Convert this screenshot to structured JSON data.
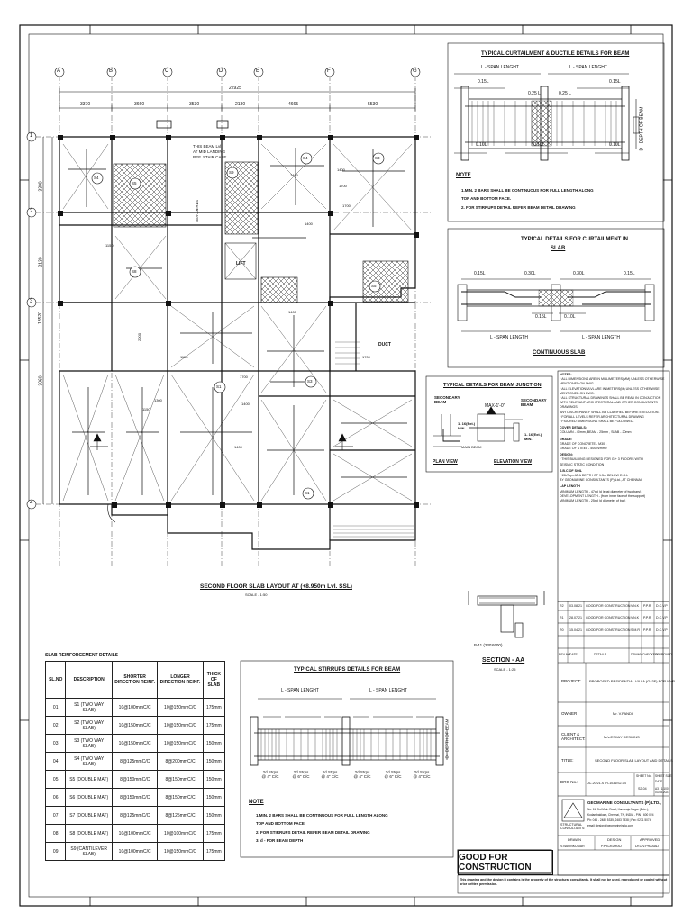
{
  "plan": {
    "grid_x": [
      "A",
      "B",
      "C",
      "D",
      "E",
      "F",
      "G"
    ],
    "grid_y": [
      "1",
      "2",
      "3",
      "4"
    ],
    "overall_dim": "22925",
    "bay_dims": [
      "3370",
      "3660",
      "3530",
      "2130",
      "4665",
      "5530"
    ],
    "left_dims": [
      "3300",
      "2130",
      "13520",
      "3060"
    ],
    "stair_note": [
      "THIS BEAM Lvl",
      "AT MID LANDING",
      "REF. STAIR CASE"
    ],
    "staircase_label": "STAIRCASE",
    "lift_label": "LIFT",
    "duct_label": "DUCT",
    "slab_tags": [
      "S4",
      "S5",
      "S4",
      "S3",
      "S8",
      "S9",
      "S1",
      "S1",
      "S3",
      "S5"
    ],
    "misc_dims": [
      "1400",
      "1400",
      "1700",
      "1700",
      "1700",
      "1400",
      "1150",
      "1150",
      "1300",
      "1150",
      "1400",
      "2000",
      "1400",
      "1400",
      "1700",
      "1000",
      "850",
      "800",
      "650",
      "800",
      "800",
      "1000",
      "2300"
    ],
    "title": "SECOND FLOOR SLAB LAYOUT AT (+8.950m Lvl. SSL)",
    "scale": "SCALE - 1:50"
  },
  "beam_detail": {
    "title": "TYPICAL CURTAILMENT & DUCTILE DETAILS FOR BEAM",
    "span_left": "L - SPAN LENGHT",
    "span_right": "L - SPAN LENGHT",
    "marks": [
      "0.15L",
      "0.25 L",
      "0.25 L",
      "0.15L",
      "0.10L",
      "0.10L",
      "0.10L"
    ],
    "depth": "D - DEPTH OF BEAM",
    "note_title": "NOTE",
    "notes": [
      "1.MIN. 2 BARS SHALL BE CONTINUOUS FOR FULL LENGTH ALONG",
      "TOP AND BOTTOM FACE.",
      "2. FOR STIRRUPS DETAIL REFER BEAM DETAIL DRAWING"
    ]
  },
  "slab_detail": {
    "title_1": "TYPICAL DETAILS FOR CURTAILMENT IN",
    "title_2": "SLAB",
    "marks": [
      "0.15L",
      "0.30L",
      "0.30L",
      "0.15L",
      "0.15L",
      "0.10L"
    ],
    "span_left": "L - SPAN LENGTH",
    "span_right": "L - SPAN LENGTH",
    "caption": "CONTINUOUS SLAB"
  },
  "junction": {
    "title": "TYPICAL DETAILS FOR BEAM JUNCTION",
    "secondary_beam": "SECONDARY BEAM",
    "max": "MAX-1'-0\"",
    "bars": "1- 16(Ext.) MIN.",
    "main_beam": "MAIN BEAM",
    "plan_view": "PLAN VIEW",
    "elevation_view": "ELEVATION VIEW"
  },
  "notes": {
    "lines": [
      "NOTES:",
      "* ALL DIMENSIONS ARE IN MILLIMETERS(MM) UNLESS OTHERWISE",
      "  MENTIONED ON DWG.",
      "* ALL ELEVATIONS/LVL ARE IN METERS(M) UNLESS OTHERWISE",
      "  MENTIONED ON DWG.",
      "* ALL STRUCTURAL DRAWINGS SHALL BE READ IN CONJUCTION",
      "  WITH RELEVANT ARCHITECTURAL AND OTHER CONSULTANTS DRAWINGS.",
      "  ANY DISCREPANCY SHALL BE CLARIFIED BEFORE EXECUTION.",
      "* FOR ALL LEVELS REFER ARCHITECTURAL DRAWING",
      "* FIGURED DIMENSIONS SHALL BE FOLLOWED.",
      "COVER DETAILS:",
      "COLUMN - 40mm, BEAM - 25mm , SLAB - 20mm",
      "GRADE:",
      "GRADE OF CONCRETE  - M30 -",
      "GRADE OF STEEL      - 500 N/mm2",
      "DESIGN:",
      "* THIS BUILDING DESIGNED FOR G + 3 FLOORS WITH",
      "  SEISMIC STATIC CONDITION",
      "S.B.C OF SOIL",
      "* 15t/Sqm AT A DEPTH OF 1.5m BELOW E.G.L",
      "  BY GEOMARINE CONSULTANTS (P) Ltd., AT CHENNAI",
      "LAP LENGTH",
      "MINIMUM LENGTH   - 47xd  (d least diameter of two bars)",
      "DEVELOPMENT LENGTH - (from inner face of the support)",
      "MINIMUM LENGTH   - 25xd  (d diameter of bar)"
    ]
  },
  "section": {
    "beam_ref": "B-11 (230X600)",
    "title": "SECTION - AA",
    "scale": "SCALE - 1:25"
  },
  "revisions": [
    {
      "rev": "R2",
      "date": "03.08.21",
      "desc": "GOOD FOR CONSTRUCTION",
      "drawn": "V.N.K",
      "chkd": "P.P.R",
      "appd": "D.C.V.P"
    },
    {
      "rev": "R1",
      "date": "28.07.21",
      "desc": "GOOD FOR CONSTRUCTION",
      "drawn": "V.N.K",
      "chkd": "P.P.R",
      "appd": "D.C.V.P"
    },
    {
      "rev": "R0",
      "date": "15.04.21",
      "desc": "GOOD FOR CONSTRUCTION",
      "drawn": "S.M.R",
      "chkd": "P.P.R",
      "appd": "D.C.V.P"
    }
  ],
  "revision_header": {
    "rev": "REV NO",
    "date": "DATE",
    "desc": "DETAILS",
    "drawn": "DRAWN",
    "chkd": "CHECKED",
    "appd": "APPROVED"
  },
  "title_block": {
    "project_label": "PROJECT:",
    "project": "PROPOSED RESIDENTIAL VILLA (G+3F) FOR MVP",
    "owner_label": "OWNER",
    "owner": "Mr. V.PANDI",
    "client_label": "CLIENT & ARCHITECT:",
    "client": "M/s.ESKAY DESIGNS",
    "title_label": "TITLE:",
    "title": "SECOND FLOOR SLAB LAYOUT AND DETAILS",
    "drg_label": "DRG No.:",
    "drg_no": "JC-20/21-STR-1031/S2-04",
    "sheet_label": "SHEET No.",
    "sheet_no": "S2-04",
    "size_label": "SHEET SIZE",
    "size": "A3 - 1:100",
    "date_label": "DATE",
    "date": "03.08.2021",
    "consultant_label": "STRUCTURAL CONSULTANTS:",
    "consultant": "GEOMARINE CONSULTANTS (P) LTD.,",
    "address": [
      "No. 11, 3rd Main Road, Kamaraja Nagar (Extn.),",
      "Kodambakkam, Chennai, TN, INDIA - PIN - 600 024",
      "Ph: 044 - 2480 5335, 2483 7838 | Fax: 0271 5074",
      "email: design@geomarineindia.com"
    ],
    "drawn_label": "DRAWN",
    "design_label": "DESIGN",
    "approved_label": "APPROVED",
    "drawn": "V.NAVINKUMAR",
    "design": "P.PACKIARAJ",
    "approved": "Dr.C.V.PRASAD",
    "gfc": "GOOD FOR CONSTRUCTION",
    "copyright": "This drawing and the design it contains is the property of the structural consultants. It shall not be used, reproduced or copied without prior written permission."
  },
  "stirrup_detail": {
    "title": "TYPICAL STIRRUPS DETAILS FOR BEAM",
    "span_left": "L - SPAN LENGHT",
    "span_right": "L - SPAN LENGHT",
    "labels": [
      "2d Strps @ 4\" C/C",
      "2d Strps @ 6\" C/C",
      "2d Strps @ 4\" C/C",
      "2d Strps @ 4\" C/C",
      "2d Strps @ 6\" C/C",
      "2d Strps @ 4\" C/C"
    ],
    "depth": "D - DEPTH OF BEAM",
    "note_title": "NOTE",
    "notes": [
      "1.MIN. 2 BARS SHALL BE CONTINUOUS FOR FULL LENGTH ALONG",
      "TOP AND BOTTOM FACE.",
      "2. FOR STIRRUPS DETAIL REFER BEAM DETAIL DRAWING",
      "3. d - FOR BEAM DEPTH"
    ]
  },
  "slab_schedule": {
    "title": "SLAB REINFORCEMENT DETAILS",
    "headers": [
      "SL.NO",
      "DESCRIPTION",
      "SHORTER DIRECTION REINF.",
      "LONGER DIRECTION REINF.",
      "THICK OF SLAB"
    ],
    "rows": [
      [
        "01",
        "S1 (TWO WAY SLAB)",
        "10@100mmC/C",
        "10@150mmC/C",
        "175mm"
      ],
      [
        "02",
        "S2 (TWO WAY SLAB)",
        "10@150mmC/C",
        "10@150mmC/C",
        "175mm"
      ],
      [
        "03",
        "S3 (TWO WAY SLAB)",
        "10@150mmC/C",
        "10@150mmC/C",
        "150mm"
      ],
      [
        "04",
        "S4 (TWO WAY SLAB)",
        "8@125mmC/C",
        "8@200mmC/C",
        "150mm"
      ],
      [
        "05",
        "S5 (DOUBLE MAT)",
        "8@150mmC/C",
        "8@150mmC/C",
        "150mm"
      ],
      [
        "06",
        "S6 (DOUBLE MAT)",
        "8@150mmC/C",
        "8@150mmC/C",
        "150mm"
      ],
      [
        "07",
        "S7 (DOUBLE MAT)",
        "8@125mmC/C",
        "8@125mmC/C",
        "150mm"
      ],
      [
        "08",
        "S8 (DOUBLE MAT)",
        "10@100mmC/C",
        "10@100mmC/C",
        "175mm"
      ],
      [
        "09",
        "S9 (CANTILEVER SLAB)",
        "10@100mmC/C",
        "10@150mmC/C",
        "175mm"
      ]
    ]
  }
}
